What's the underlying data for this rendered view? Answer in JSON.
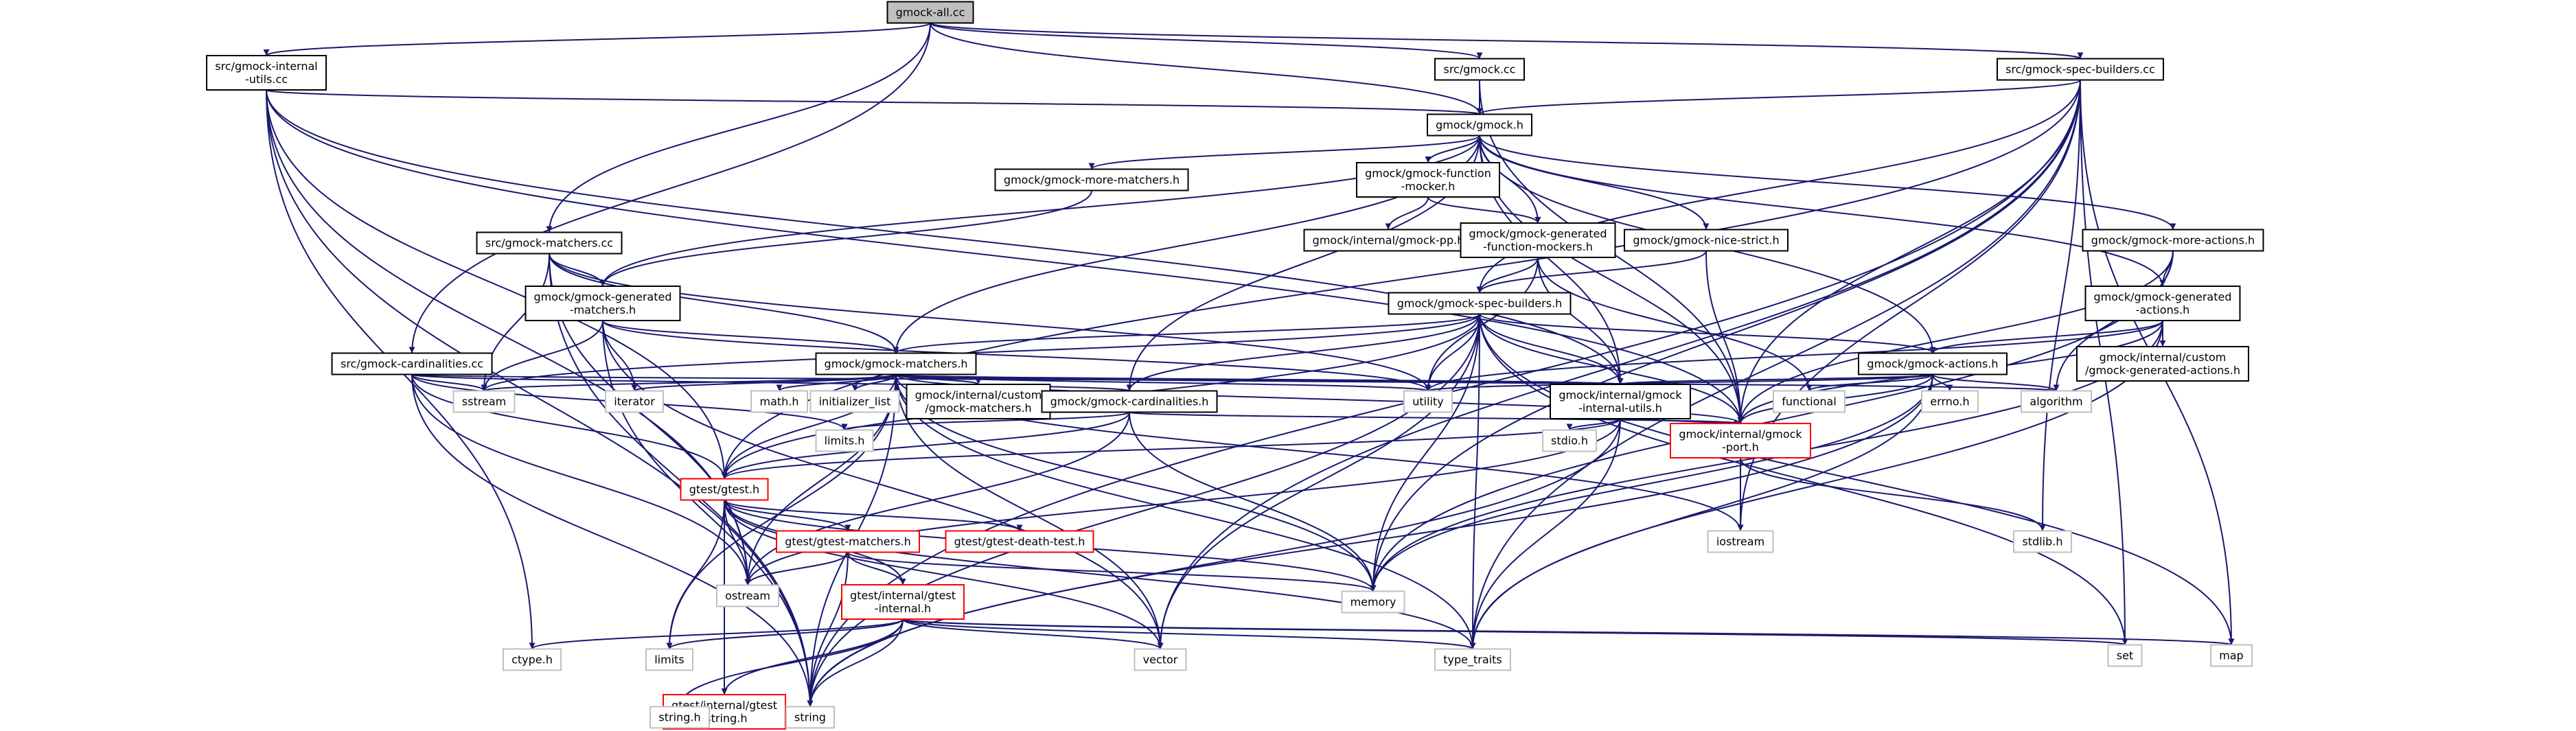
{
  "colors": {
    "edge": "#191970",
    "node_border": "#000000",
    "root_fill": "#bfbfbf",
    "missing_border": "#ff0000",
    "external_border": "#bfbfbf",
    "text": "#000000"
  },
  "nodes": [
    {
      "id": "gmock-all",
      "lines": [
        "gmock-all.cc"
      ],
      "kind": "root"
    },
    {
      "id": "src-internal-utils",
      "lines": [
        "src/gmock-internal",
        "-utils.cc"
      ],
      "kind": "file"
    },
    {
      "id": "src-gmock",
      "lines": [
        "src/gmock.cc"
      ],
      "kind": "file"
    },
    {
      "id": "src-spec-builders",
      "lines": [
        "src/gmock-spec-builders.cc"
      ],
      "kind": "file"
    },
    {
      "id": "gmock-h",
      "lines": [
        "gmock/gmock.h"
      ],
      "kind": "file"
    },
    {
      "id": "more-matchers",
      "lines": [
        "gmock/gmock-more-matchers.h"
      ],
      "kind": "file"
    },
    {
      "id": "function-mocker",
      "lines": [
        "gmock/gmock-function",
        "-mocker.h"
      ],
      "kind": "file"
    },
    {
      "id": "src-matchers",
      "lines": [
        "src/gmock-matchers.cc"
      ],
      "kind": "file"
    },
    {
      "id": "internal-pp",
      "lines": [
        "gmock/internal/gmock-pp.h"
      ],
      "kind": "file"
    },
    {
      "id": "gen-function-mockers",
      "lines": [
        "gmock/gmock-generated",
        "-function-mockers.h"
      ],
      "kind": "file"
    },
    {
      "id": "nice-strict",
      "lines": [
        "gmock/gmock-nice-strict.h"
      ],
      "kind": "file"
    },
    {
      "id": "more-actions",
      "lines": [
        "gmock/gmock-more-actions.h"
      ],
      "kind": "file"
    },
    {
      "id": "gen-matchers",
      "lines": [
        "gmock/gmock-generated",
        "-matchers.h"
      ],
      "kind": "file"
    },
    {
      "id": "spec-builders-h",
      "lines": [
        "gmock/gmock-spec-builders.h"
      ],
      "kind": "file"
    },
    {
      "id": "gen-actions",
      "lines": [
        "gmock/gmock-generated",
        "-actions.h"
      ],
      "kind": "file"
    },
    {
      "id": "src-cardinalities",
      "lines": [
        "src/gmock-cardinalities.cc"
      ],
      "kind": "file"
    },
    {
      "id": "matchers-h",
      "lines": [
        "gmock/gmock-matchers.h"
      ],
      "kind": "file"
    },
    {
      "id": "actions-h",
      "lines": [
        "gmock/gmock-actions.h"
      ],
      "kind": "file"
    },
    {
      "id": "custom-gen-actions",
      "lines": [
        "gmock/internal/custom",
        "/gmock-generated-actions.h"
      ],
      "kind": "file"
    },
    {
      "id": "sstream",
      "lines": [
        "sstream"
      ],
      "kind": "external"
    },
    {
      "id": "iterator",
      "lines": [
        "iterator"
      ],
      "kind": "external"
    },
    {
      "id": "math-h",
      "lines": [
        "math.h"
      ],
      "kind": "external"
    },
    {
      "id": "initializer-list",
      "lines": [
        "initializer_list"
      ],
      "kind": "external"
    },
    {
      "id": "custom-matchers",
      "lines": [
        "gmock/internal/custom",
        "/gmock-matchers.h"
      ],
      "kind": "file"
    },
    {
      "id": "cardinalities-h",
      "lines": [
        "gmock/gmock-cardinalities.h"
      ],
      "kind": "file"
    },
    {
      "id": "utility",
      "lines": [
        "utility"
      ],
      "kind": "external"
    },
    {
      "id": "internal-utils-h",
      "lines": [
        "gmock/internal/gmock",
        "-internal-utils.h"
      ],
      "kind": "file"
    },
    {
      "id": "functional",
      "lines": [
        "functional"
      ],
      "kind": "external"
    },
    {
      "id": "errno-h",
      "lines": [
        "errno.h"
      ],
      "kind": "external"
    },
    {
      "id": "algorithm",
      "lines": [
        "algorithm"
      ],
      "kind": "external"
    },
    {
      "id": "limits-h",
      "lines": [
        "limits.h"
      ],
      "kind": "external"
    },
    {
      "id": "stdio-h",
      "lines": [
        "stdio.h"
      ],
      "kind": "external"
    },
    {
      "id": "gmock-port",
      "lines": [
        "gmock/internal/gmock",
        "-port.h"
      ],
      "kind": "missing"
    },
    {
      "id": "gtest-h",
      "lines": [
        "gtest/gtest.h"
      ],
      "kind": "missing"
    },
    {
      "id": "stdlib-h",
      "lines": [
        "stdlib.h"
      ],
      "kind": "external"
    },
    {
      "id": "iostream",
      "lines": [
        "iostream"
      ],
      "kind": "external"
    },
    {
      "id": "gtest-matchers",
      "lines": [
        "gtest/gtest-matchers.h"
      ],
      "kind": "missing"
    },
    {
      "id": "gtest-death-test",
      "lines": [
        "gtest/gtest-death-test.h"
      ],
      "kind": "missing"
    },
    {
      "id": "ostream",
      "lines": [
        "ostream"
      ],
      "kind": "external"
    },
    {
      "id": "memory",
      "lines": [
        "memory"
      ],
      "kind": "external"
    },
    {
      "id": "gtest-internal",
      "lines": [
        "gtest/internal/gtest",
        "-internal.h"
      ],
      "kind": "missing"
    },
    {
      "id": "ctype-h",
      "lines": [
        "ctype.h"
      ],
      "kind": "external"
    },
    {
      "id": "limits",
      "lines": [
        "limits"
      ],
      "kind": "external"
    },
    {
      "id": "vector",
      "lines": [
        "vector"
      ],
      "kind": "external"
    },
    {
      "id": "type-traits",
      "lines": [
        "type_traits"
      ],
      "kind": "external"
    },
    {
      "id": "set",
      "lines": [
        "set"
      ],
      "kind": "external"
    },
    {
      "id": "map",
      "lines": [
        "map"
      ],
      "kind": "external"
    },
    {
      "id": "gtest-string",
      "lines": [
        "gtest/internal/gtest",
        "-string.h"
      ],
      "kind": "missing"
    },
    {
      "id": "string-h",
      "lines": [
        "string.h"
      ],
      "kind": "external"
    },
    {
      "id": "string",
      "lines": [
        "string"
      ],
      "kind": "external"
    }
  ],
  "edges": [
    [
      "gmock-all",
      "src-internal-utils"
    ],
    [
      "gmock-all",
      "src-gmock"
    ],
    [
      "gmock-all",
      "src-spec-builders"
    ],
    [
      "gmock-all",
      "gmock-h"
    ],
    [
      "gmock-all",
      "src-matchers"
    ],
    [
      "gmock-all",
      "src-cardinalities"
    ],
    [
      "src-internal-utils",
      "gmock-h"
    ],
    [
      "src-internal-utils",
      "internal-utils-h"
    ],
    [
      "src-internal-utils",
      "gtest-h"
    ],
    [
      "src-internal-utils",
      "ctype-h"
    ],
    [
      "src-internal-utils",
      "ostream"
    ],
    [
      "src-internal-utils",
      "string"
    ],
    [
      "src-internal-utils",
      "gmock-port"
    ],
    [
      "src-gmock",
      "gmock-h"
    ],
    [
      "src-gmock",
      "gmock-port"
    ],
    [
      "src-spec-builders",
      "gmock-h"
    ],
    [
      "src-spec-builders",
      "spec-builders-h"
    ],
    [
      "src-spec-builders",
      "gtest-h"
    ],
    [
      "src-spec-builders",
      "iostream"
    ],
    [
      "src-spec-builders",
      "map"
    ],
    [
      "src-spec-builders",
      "memory"
    ],
    [
      "src-spec-builders",
      "set"
    ],
    [
      "src-spec-builders",
      "string"
    ],
    [
      "src-spec-builders",
      "vector"
    ],
    [
      "src-spec-builders",
      "stdlib-h"
    ],
    [
      "src-spec-builders",
      "type-traits"
    ],
    [
      "src-spec-builders",
      "gmock-port"
    ],
    [
      "gmock-h",
      "actions-h"
    ],
    [
      "gmock-h",
      "cardinalities-h"
    ],
    [
      "gmock-h",
      "function-mocker"
    ],
    [
      "gmock-h",
      "gen-actions"
    ],
    [
      "gmock-h",
      "gen-function-mockers"
    ],
    [
      "gmock-h",
      "gen-matchers"
    ],
    [
      "gmock-h",
      "matchers-h"
    ],
    [
      "gmock-h",
      "more-actions"
    ],
    [
      "gmock-h",
      "more-matchers"
    ],
    [
      "gmock-h",
      "nice-strict"
    ],
    [
      "gmock-h",
      "internal-utils-h"
    ],
    [
      "gmock-h",
      "gmock-port"
    ],
    [
      "more-matchers",
      "gen-matchers"
    ],
    [
      "function-mocker",
      "gen-function-mockers"
    ],
    [
      "function-mocker",
      "internal-pp"
    ],
    [
      "src-matchers",
      "gen-matchers"
    ],
    [
      "src-matchers",
      "matchers-h"
    ],
    [
      "src-matchers",
      "string"
    ],
    [
      "src-matchers",
      "ostream"
    ],
    [
      "src-matchers",
      "sstream"
    ],
    [
      "src-matchers",
      "utility"
    ],
    [
      "gen-function-mockers",
      "spec-builders-h"
    ],
    [
      "gen-function-mockers",
      "internal-utils-h"
    ],
    [
      "gen-function-mockers",
      "functional"
    ],
    [
      "gen-function-mockers",
      "utility"
    ],
    [
      "nice-strict",
      "spec-builders-h"
    ],
    [
      "nice-strict",
      "gmock-port"
    ],
    [
      "more-actions",
      "gen-actions"
    ],
    [
      "more-actions",
      "algorithm"
    ],
    [
      "more-actions",
      "memory"
    ],
    [
      "more-actions",
      "gmock-port"
    ],
    [
      "gen-matchers",
      "matchers-h"
    ],
    [
      "gen-matchers",
      "iterator"
    ],
    [
      "gen-matchers",
      "sstream"
    ],
    [
      "gen-matchers",
      "string"
    ],
    [
      "gen-matchers",
      "utility"
    ],
    [
      "gen-matchers",
      "vector"
    ],
    [
      "spec-builders-h",
      "actions-h"
    ],
    [
      "spec-builders-h",
      "cardinalities-h"
    ],
    [
      "spec-builders-h",
      "matchers-h"
    ],
    [
      "spec-builders-h",
      "internal-utils-h"
    ],
    [
      "spec-builders-h",
      "gmock-port"
    ],
    [
      "spec-builders-h",
      "gtest-h"
    ],
    [
      "spec-builders-h",
      "map"
    ],
    [
      "spec-builders-h",
      "memory"
    ],
    [
      "spec-builders-h",
      "set"
    ],
    [
      "spec-builders-h",
      "sstream"
    ],
    [
      "spec-builders-h",
      "string"
    ],
    [
      "spec-builders-h",
      "type-traits"
    ],
    [
      "spec-builders-h",
      "utility"
    ],
    [
      "spec-builders-h",
      "vector"
    ],
    [
      "gen-actions",
      "actions-h"
    ],
    [
      "gen-actions",
      "gmock-port"
    ],
    [
      "gen-actions",
      "memory"
    ],
    [
      "gen-actions",
      "utility"
    ],
    [
      "gen-actions",
      "custom-gen-actions"
    ],
    [
      "gen-actions",
      "type-traits"
    ],
    [
      "src-cardinalities",
      "cardinalities-h"
    ],
    [
      "src-cardinalities",
      "limits-h"
    ],
    [
      "src-cardinalities",
      "ostream"
    ],
    [
      "src-cardinalities",
      "sstream"
    ],
    [
      "src-cardinalities",
      "string"
    ],
    [
      "src-cardinalities",
      "gtest-h"
    ],
    [
      "src-cardinalities",
      "internal-utils-h"
    ],
    [
      "matchers-h",
      "math-h"
    ],
    [
      "matchers-h",
      "algorithm"
    ],
    [
      "matchers-h",
      "initializer-list"
    ],
    [
      "matchers-h",
      "iterator"
    ],
    [
      "matchers-h",
      "limits"
    ],
    [
      "matchers-h",
      "memory"
    ],
    [
      "matchers-h",
      "ostream"
    ],
    [
      "matchers-h",
      "sstream"
    ],
    [
      "matchers-h",
      "string"
    ],
    [
      "matchers-h",
      "type-traits"
    ],
    [
      "matchers-h",
      "utility"
    ],
    [
      "matchers-h",
      "vector"
    ],
    [
      "matchers-h",
      "internal-utils-h"
    ],
    [
      "matchers-h",
      "gmock-port"
    ],
    [
      "matchers-h",
      "gtest-h"
    ],
    [
      "matchers-h",
      "custom-matchers"
    ],
    [
      "matchers-h",
      "iostream"
    ],
    [
      "actions-h",
      "errno-h"
    ],
    [
      "actions-h",
      "algorithm"
    ],
    [
      "actions-h",
      "functional"
    ],
    [
      "actions-h",
      "memory"
    ],
    [
      "actions-h",
      "string"
    ],
    [
      "actions-h",
      "type-traits"
    ],
    [
      "actions-h",
      "utility"
    ],
    [
      "actions-h",
      "internal-utils-h"
    ],
    [
      "actions-h",
      "gmock-port"
    ],
    [
      "cardinalities-h",
      "limits-h"
    ],
    [
      "cardinalities-h",
      "memory"
    ],
    [
      "cardinalities-h",
      "ostream"
    ],
    [
      "cardinalities-h",
      "gmock-port"
    ],
    [
      "cardinalities-h",
      "gtest-h"
    ],
    [
      "internal-utils-h",
      "stdio-h"
    ],
    [
      "internal-utils-h",
      "ostream"
    ],
    [
      "internal-utils-h",
      "string"
    ],
    [
      "internal-utils-h",
      "type-traits"
    ],
    [
      "internal-utils-h",
      "gmock-port"
    ],
    [
      "internal-utils-h",
      "gtest-h"
    ],
    [
      "gmock-port",
      "stdlib-h"
    ],
    [
      "gmock-port",
      "iostream"
    ],
    [
      "gtest-h",
      "limits"
    ],
    [
      "gtest-h",
      "memory"
    ],
    [
      "gtest-h",
      "ostream"
    ],
    [
      "gtest-h",
      "type-traits"
    ],
    [
      "gtest-h",
      "vector"
    ],
    [
      "gtest-h",
      "gtest-internal"
    ],
    [
      "gtest-h",
      "gtest-string"
    ],
    [
      "gtest-h",
      "gtest-death-test"
    ],
    [
      "gtest-h",
      "gtest-matchers"
    ],
    [
      "gtest-matchers",
      "memory"
    ],
    [
      "gtest-matchers",
      "ostream"
    ],
    [
      "gtest-matchers",
      "string"
    ],
    [
      "gtest-matchers",
      "gtest-internal"
    ],
    [
      "gtest-internal",
      "ctype-h"
    ],
    [
      "gtest-internal",
      "limits"
    ],
    [
      "gtest-internal",
      "gtest-string"
    ],
    [
      "gtest-internal",
      "string-h"
    ],
    [
      "gtest-internal",
      "map"
    ],
    [
      "gtest-internal",
      "set"
    ],
    [
      "gtest-internal",
      "string"
    ],
    [
      "gtest-internal",
      "type-traits"
    ],
    [
      "gtest-internal",
      "vector"
    ],
    [
      "gtest-string",
      "string-h"
    ],
    [
      "gtest-string",
      "string"
    ]
  ]
}
